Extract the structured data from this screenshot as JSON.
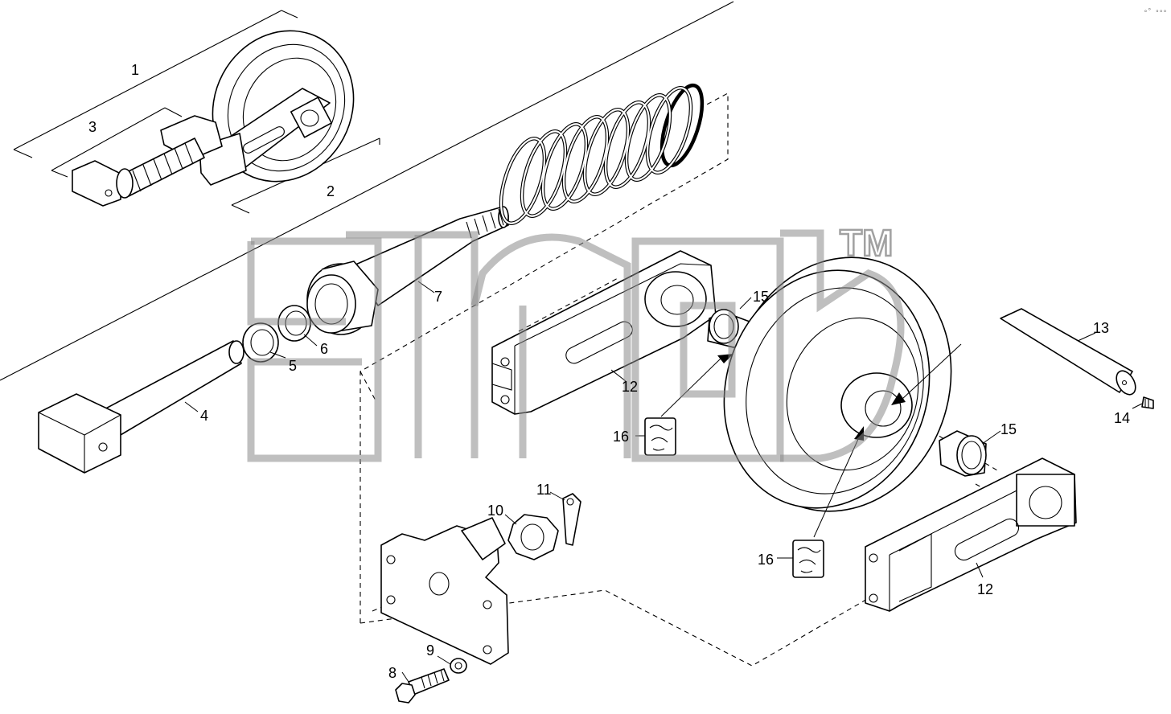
{
  "diagram": {
    "corner_mark": "ₒᵒ ₒₒₒ",
    "watermark_trademark": "TM",
    "callouts": [
      "1",
      "2",
      "3",
      "4",
      "5",
      "6",
      "7",
      "8",
      "9",
      "10",
      "11",
      "12",
      "12",
      "13",
      "14",
      "15",
      "15",
      "16",
      "16"
    ]
  }
}
